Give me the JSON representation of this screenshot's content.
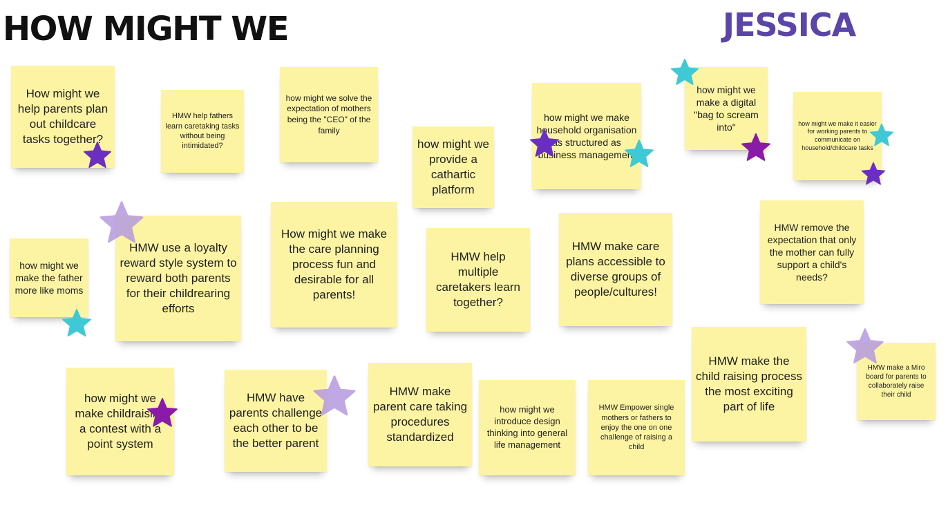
{
  "board": {
    "title": "HOW MIGHT WE",
    "owner": "JESSICA"
  },
  "colors": {
    "note": "#fdf4a3",
    "owner_text": "#5b45a8",
    "star_purple": "#6a2fc0",
    "star_magenta": "#8a1aa8",
    "star_cyan": "#3ec9d4",
    "star_lavender": "#b59ae0"
  },
  "notes": [
    {
      "text": "How might we help parents plan out childcare tasks together?"
    },
    {
      "text": "HMW help fathers learn caretaking tasks without being intimidated?"
    },
    {
      "text": "how might we solve the expectation of mothers being the \"CEO\" of the family"
    },
    {
      "text": "how might we provide a cathartic platform"
    },
    {
      "text": "how might we make household organisation as structured as business management"
    },
    {
      "text": "how might we make a digital \"bag to scream into\""
    },
    {
      "text": "how might we make it easier for working parents to communicate on household/childcare tasks"
    },
    {
      "text": "how might we make the father more like moms"
    },
    {
      "text": "HMW use a loyalty reward style system to reward both parents for their childrearing efforts"
    },
    {
      "text": "How might we make the care planning process fun and desirable for all parents!"
    },
    {
      "text": "HMW help multiple caretakers learn together?"
    },
    {
      "text": "HMW make care plans accessible to diverse groups of people/cultures!"
    },
    {
      "text": "HMW remove the expectation that only the mother can fully support a child's needs?"
    },
    {
      "text": "how might we make childraising a contest with a point system"
    },
    {
      "text": "HMW have parents challenge each other to be the better parent"
    },
    {
      "text": "HMW make parent care taking procedures standardized"
    },
    {
      "text": "how might we introduce design thinking into general life management"
    },
    {
      "text": "HMW Empower single mothers or fathers to enjoy the one on one challenge of raising a child"
    },
    {
      "text": "HMW make the child raising process the most exciting part of life"
    },
    {
      "text": "HMW make a Miro board for parents to collaborately raise their child"
    }
  ],
  "stickers": [
    {
      "icon": "star-icon",
      "color": "purple"
    },
    {
      "icon": "star-icon",
      "color": "cyan"
    },
    {
      "icon": "star-icon",
      "color": "purple"
    },
    {
      "icon": "star-icon",
      "color": "cyan"
    },
    {
      "icon": "star-icon",
      "color": "magenta"
    },
    {
      "icon": "star-icon",
      "color": "cyan"
    },
    {
      "icon": "star-icon",
      "color": "purple"
    },
    {
      "icon": "star-icon",
      "color": "lavender"
    },
    {
      "icon": "star-icon",
      "color": "cyan"
    },
    {
      "icon": "star-icon",
      "color": "magenta"
    },
    {
      "icon": "star-icon",
      "color": "lavender"
    },
    {
      "icon": "star-icon",
      "color": "lavender"
    }
  ]
}
